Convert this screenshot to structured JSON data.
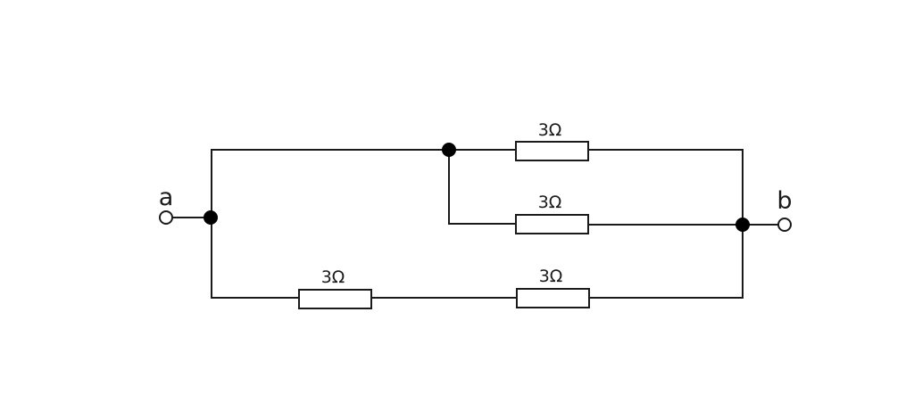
{
  "terminals": {
    "a": {
      "label": "a"
    },
    "b": {
      "label": "b"
    }
  },
  "resistors": {
    "top": {
      "label": "3Ω",
      "value_ohms": 3
    },
    "middle": {
      "label": "3Ω",
      "value_ohms": 3
    },
    "bottom_left": {
      "label": "3Ω",
      "value_ohms": 3
    },
    "bottom_right": {
      "label": "3Ω",
      "value_ohms": 3
    }
  },
  "colors": {
    "wire": "#1a1a1a",
    "junction": "#000000",
    "background": "#ffffff"
  }
}
